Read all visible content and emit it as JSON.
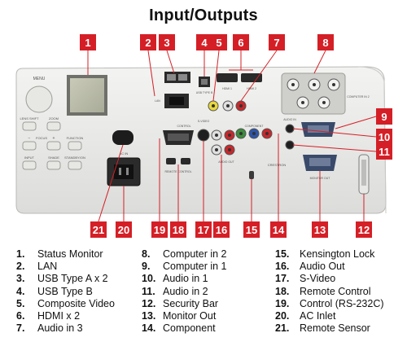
{
  "title": "Input/Outputs",
  "panel": {
    "buttons": {
      "menu": "MENU",
      "lens_shift": "LENS SHIFT",
      "zoom": "ZOOM",
      "focus_minus": "−",
      "focus": "FOCUS",
      "focus_plus": "+",
      "input": "INPUT",
      "shade": "SHADE",
      "standby": "STANDBY/ON"
    },
    "labels": {
      "function": "FUNCTION",
      "ac_in": "AC IN",
      "control": "CONTROL",
      "lan": "LAN",
      "usb_type_b": "USB TYPE B",
      "hdmi1": "HDMI 1",
      "hdmi2": "HDMI 2",
      "s_video": "S-VIDEO",
      "component": "COMPONENT",
      "audio_out": "AUDIO OUT",
      "audio_in": "AUDIO IN",
      "crestron": "CRESTRON",
      "remote_control": "REMOTE CONTROL",
      "monitor_out": "MONITOR OUT",
      "computer_in": "COMPUTER IN 2"
    }
  },
  "callouts": [
    "1",
    "2",
    "3",
    "4",
    "5",
    "6",
    "7",
    "8",
    "9",
    "10",
    "11",
    "12",
    "13",
    "14",
    "15",
    "16",
    "17",
    "18",
    "19",
    "20",
    "21"
  ],
  "legend": [
    [
      {
        "num": "1.",
        "text": "Status Monitor"
      },
      {
        "num": "2.",
        "text": "LAN"
      },
      {
        "num": "3.",
        "text": "USB Type A x 2"
      },
      {
        "num": "4.",
        "text": "USB Type B"
      },
      {
        "num": "5.",
        "text": "Composite Video"
      },
      {
        "num": "6.",
        "text": "HDMI x 2"
      },
      {
        "num": "7.",
        "text": "Audio in 3"
      }
    ],
    [
      {
        "num": "8.",
        "text": "Computer in 2"
      },
      {
        "num": "9.",
        "text": "Computer in 1"
      },
      {
        "num": "10.",
        "text": "Audio in 1"
      },
      {
        "num": "11.",
        "text": "Audio in 2"
      },
      {
        "num": "12.",
        "text": "Security Bar"
      },
      {
        "num": "13.",
        "text": "Monitor Out"
      },
      {
        "num": "14.",
        "text": "Component"
      }
    ],
    [
      {
        "num": "15.",
        "text": "Kensington Lock"
      },
      {
        "num": "16.",
        "text": "Audio Out"
      },
      {
        "num": "17.",
        "text": "S-Video"
      },
      {
        "num": "18.",
        "text": "Remote Control"
      },
      {
        "num": "19.",
        "text": "Control (RS-232C)"
      },
      {
        "num": "20.",
        "text": "AC Inlet"
      },
      {
        "num": "21.",
        "text": "Remote Sensor"
      }
    ]
  ]
}
